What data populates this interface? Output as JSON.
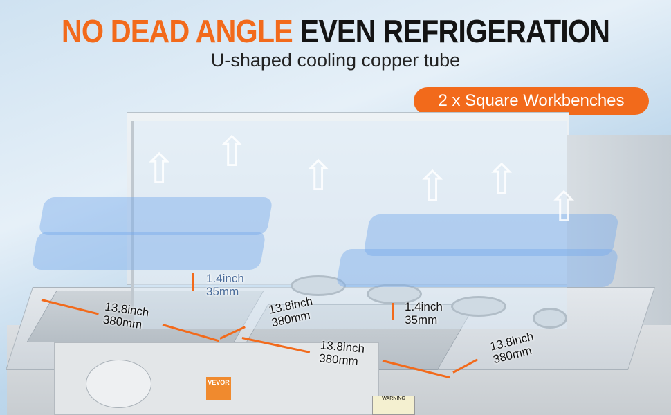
{
  "headline": {
    "highlight": "NO DEAD ANGLE",
    "rest": "EVEN REFRIGERATION"
  },
  "subtitle": "U-shaped cooling copper tube",
  "badge": "2 x Square Workbenches",
  "dimensions": {
    "depth1": {
      "inch": "1.4inch",
      "mm": "35mm"
    },
    "depth2": {
      "inch": "1.4inch",
      "mm": "35mm"
    },
    "w1": {
      "inch": "13.8inch",
      "mm": "380mm"
    },
    "w2": {
      "inch": "13.8inch",
      "mm": "380mm"
    },
    "w3": {
      "inch": "13.8inch",
      "mm": "380mm"
    },
    "w4": {
      "inch": "13.8inch",
      "mm": "380mm"
    }
  },
  "brand": "VEVOR",
  "warning": "WARNING",
  "colors": {
    "accent": "#f26a1b"
  }
}
